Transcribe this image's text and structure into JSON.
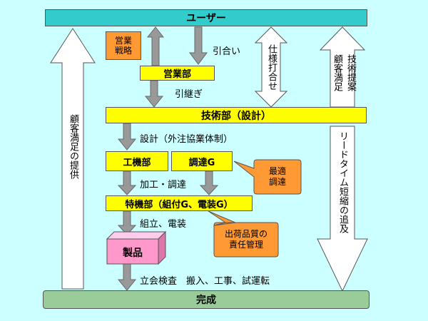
{
  "colors": {
    "background": "#ccffff",
    "user_bar": "#33cccc",
    "dept_box": "#ffff00",
    "strategy_box": "#ff9933",
    "callout": "#ff9933",
    "product_box": "#ff99cc",
    "complete_bar": "#99cc99",
    "arrow_gray": "#999999",
    "arrow_white": "#ffffff"
  },
  "nodes": {
    "user": "ユーザー",
    "sales_strategy": "営業\n戦略",
    "sales_dept": "営業部",
    "tech_dept": "技術部（設計）",
    "engineering_dept": "工機部",
    "procurement": "調達G",
    "special_machinery": "特機部（組付G、電装G）",
    "product": "製品",
    "complete": "完成"
  },
  "labels": {
    "inquiry": "引合い",
    "handover": "引継ぎ",
    "design": "設計（外注協業体制）",
    "processing": "加工・調達",
    "assembly": "組立、電装",
    "inspection": "立会検査　搬入、工事、試運転"
  },
  "vertical_labels": {
    "spec_negotiation": "仕様打合せ",
    "tech_proposal": "技術提案",
    "customer_satisfaction_small": "顧客満足",
    "customer_satisfaction_provision": "顧客満足の提供",
    "lead_time": "リードタイム短縮の追及"
  },
  "callouts": {
    "optimal_procurement": "最適\n調達",
    "quality_responsibility": "出荷品質の\n責任管理"
  }
}
